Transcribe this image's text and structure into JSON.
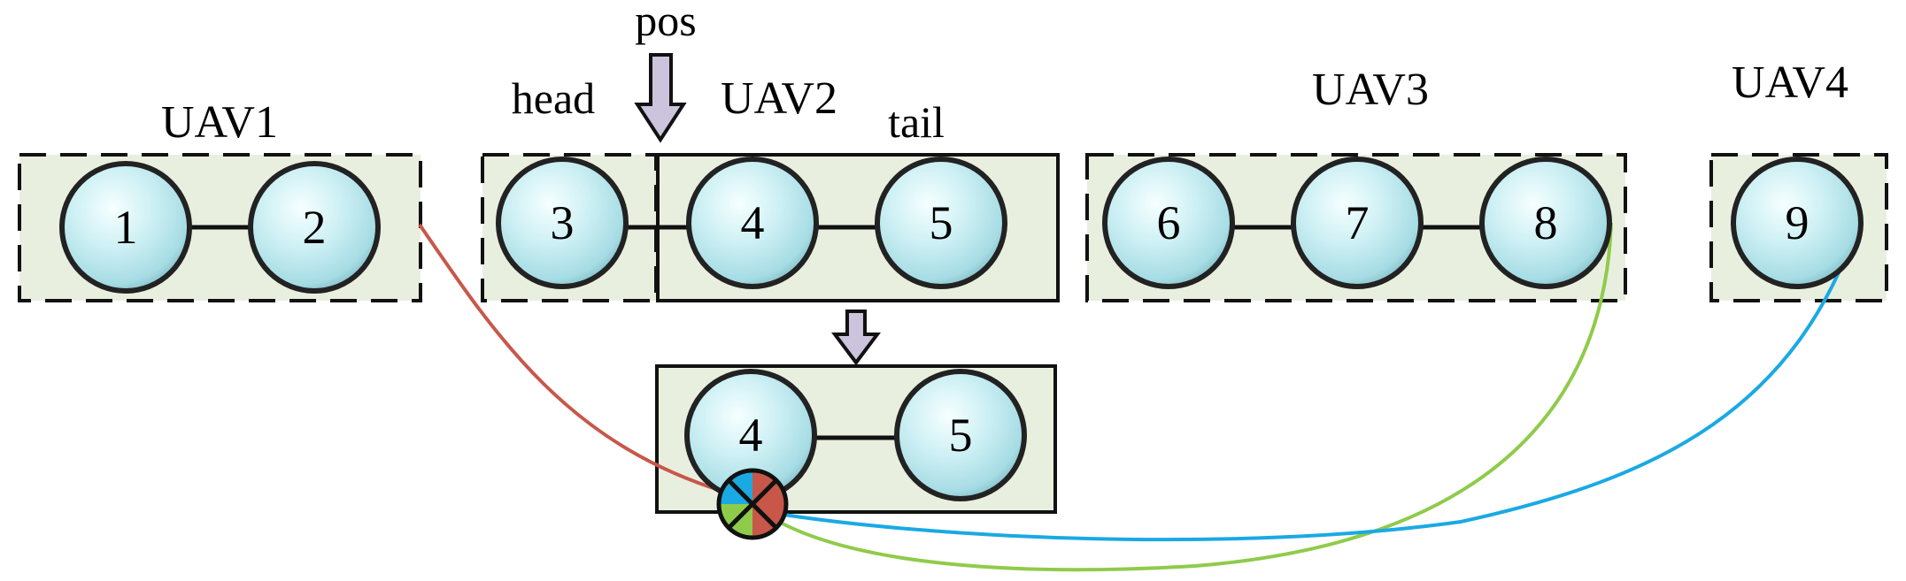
{
  "labels": {
    "pos": "pos",
    "head": "head",
    "tail": "tail"
  },
  "groups": [
    {
      "name": "UAV1",
      "nodes": [
        "1",
        "2"
      ]
    },
    {
      "name": "UAV2",
      "nodes": [
        "3",
        "4",
        "5"
      ]
    },
    {
      "name": "UAV3",
      "nodes": [
        "6",
        "7",
        "8"
      ]
    },
    {
      "name": "UAV4",
      "nodes": [
        "9"
      ]
    }
  ],
  "split_result": {
    "nodes": [
      "4",
      "5"
    ]
  },
  "colors": {
    "box_fill": "#e9efdf",
    "node_fill": "#bfeaf0",
    "arrow_fill": "#ccc3dc",
    "link_uav1": "#c8574a",
    "link_uav3": "#8fcb4a",
    "link_uav4": "#1aa9e3"
  }
}
